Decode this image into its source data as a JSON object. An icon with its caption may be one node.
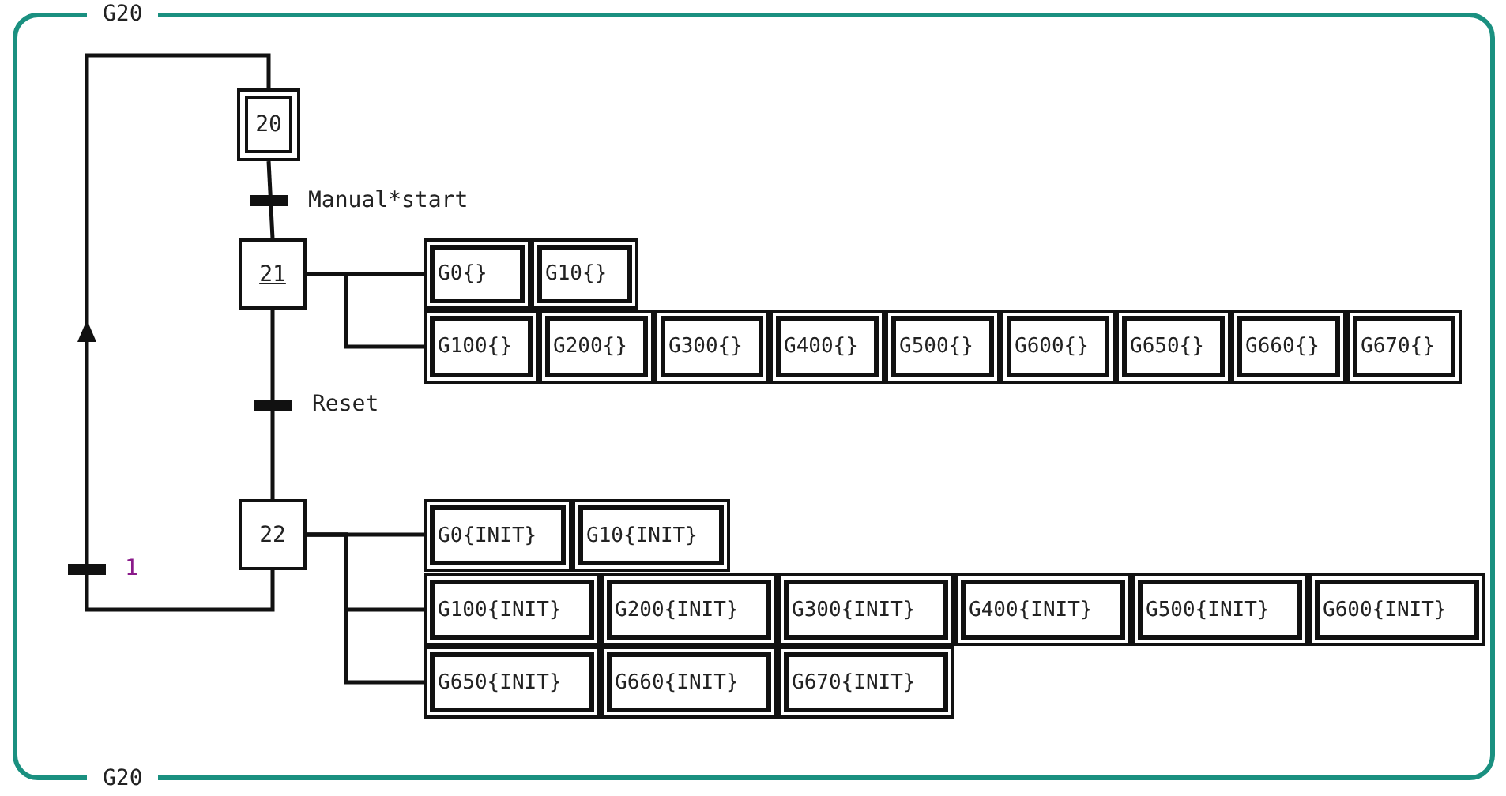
{
  "diagram": {
    "nodes": [
      {
        "text": [
          "G20",
          "G20"
        ]
      },
      {
        "text": [
          "20"
        ],
        "in": 0
      },
      {
        "text": [
          "21"
        ],
        "in": 0
      },
      {
        "text": [
          "G0{}"
        ],
        "in": 0
      },
      {
        "text": [
          "G10{}"
        ],
        "in": 0
      },
      {
        "text": [
          "G100{}"
        ],
        "in": 0
      },
      {
        "text": [
          "G200{}"
        ],
        "in": 0
      },
      {
        "text": [
          "G300{}"
        ],
        "in": 0
      },
      {
        "text": [
          "G400{}"
        ],
        "in": 0
      },
      {
        "text": [
          "G500{}"
        ],
        "in": 0
      },
      {
        "text": [
          "G600{}"
        ],
        "in": 0
      },
      {
        "text": [
          "G650{}"
        ],
        "in": 0
      },
      {
        "text": [
          "G660{}"
        ],
        "in": 0
      },
      {
        "text": [
          "G670{}"
        ],
        "in": 0
      },
      {
        "text": [
          "22"
        ],
        "in": 0
      },
      {
        "text": [
          "G0{INIT}"
        ],
        "in": 0
      },
      {
        "text": [
          "G10{INIT}"
        ],
        "in": 0
      },
      {
        "text": [
          "G100{INIT}"
        ],
        "in": 0
      },
      {
        "text": [
          "G200{INIT}"
        ],
        "in": 0
      },
      {
        "text": [
          "G300{INIT}"
        ],
        "in": 0
      },
      {
        "text": [
          "G400{INIT}"
        ],
        "in": 0
      },
      {
        "text": [
          "G500{INIT}"
        ],
        "in": 0
      },
      {
        "text": [
          "G600{INIT}"
        ],
        "in": 0
      },
      {
        "text": [
          "G650{INIT}"
        ],
        "in": 0
      },
      {
        "text": [
          "G660{INIT}"
        ],
        "in": 0
      },
      {
        "text": [
          "G670{INIT}"
        ],
        "in": 0
      }
    ],
    "edges": [
      {
        "from": 1,
        "to": 2,
        "arrow": "none",
        "label": "Manual*start"
      },
      {
        "from": 2,
        "to": 14,
        "arrow": "none",
        "label": "Reset"
      },
      {
        "from": 14,
        "to": 1,
        "arrow": "to",
        "label": "1"
      },
      {
        "from": 2,
        "to": 3,
        "arrow": "none"
      },
      {
        "from": 2,
        "to": 5,
        "arrow": "none"
      },
      {
        "from": 14,
        "to": 15,
        "arrow": "none"
      },
      {
        "from": 14,
        "to": 17,
        "arrow": "none"
      },
      {
        "from": 14,
        "to": 23,
        "arrow": "none"
      }
    ]
  }
}
